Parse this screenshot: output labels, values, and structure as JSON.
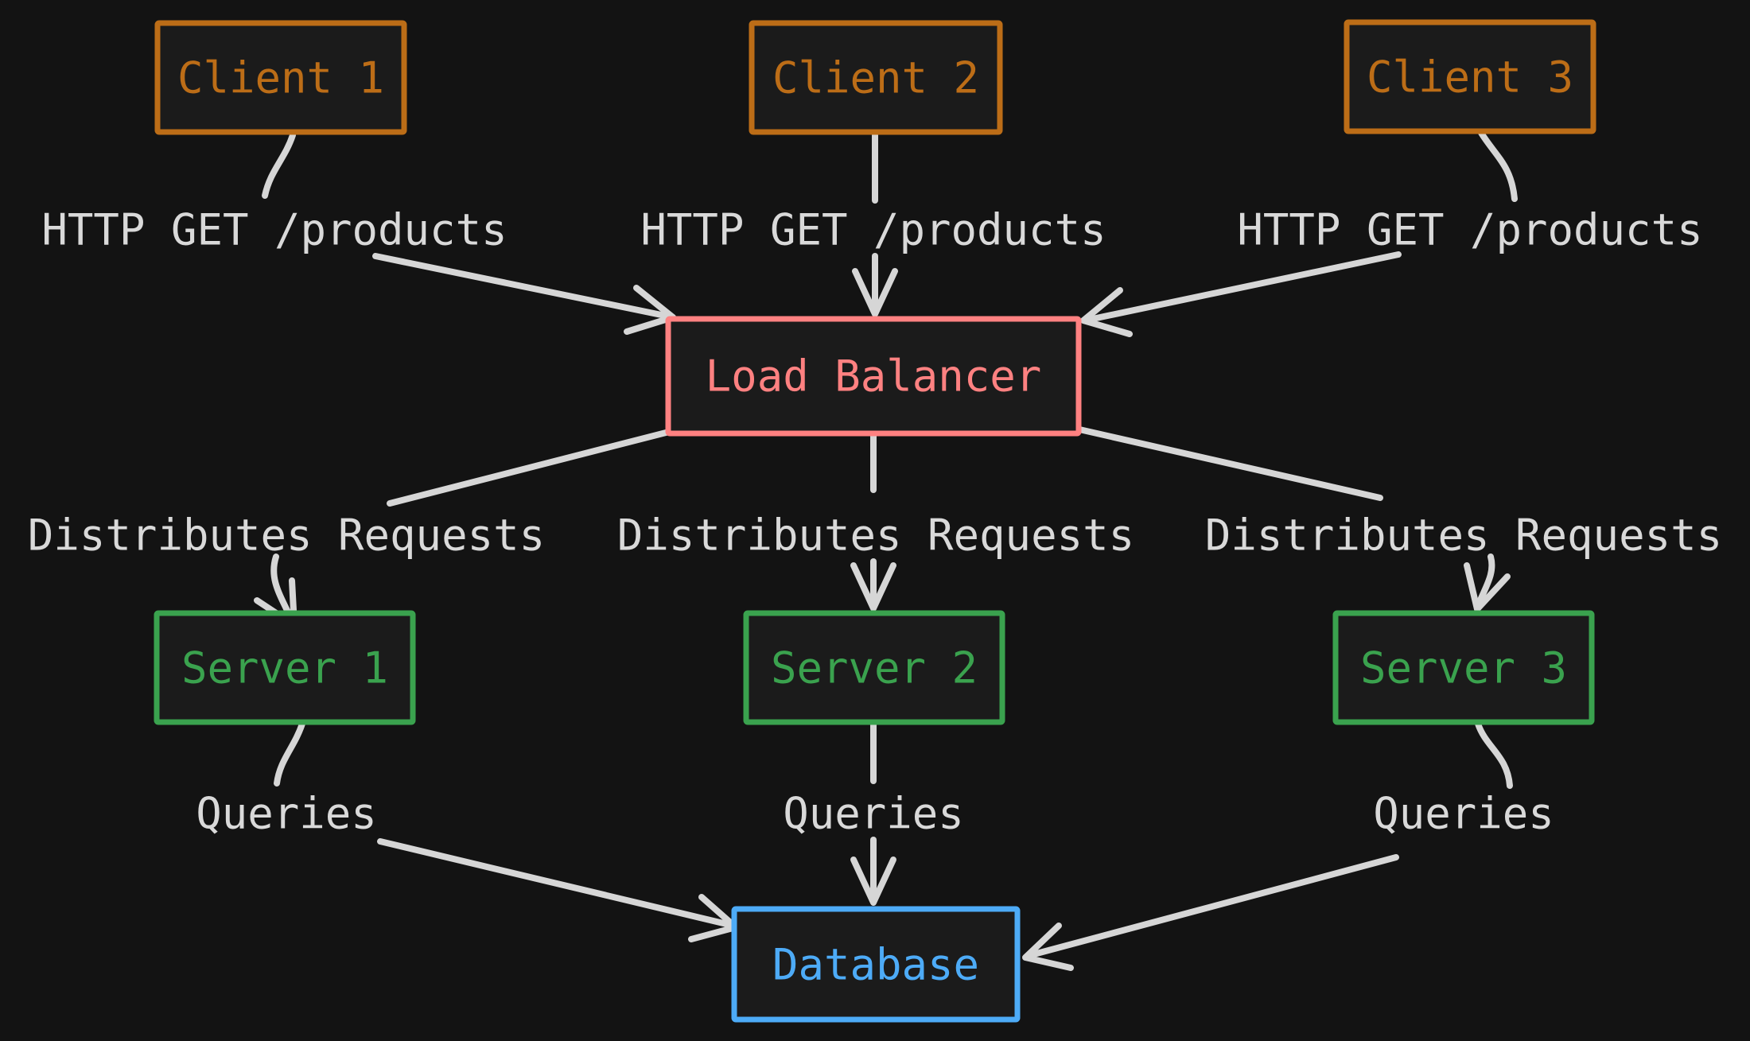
{
  "diagram": {
    "colors": {
      "background": "#131313",
      "node_fill": "#1b1b1b",
      "connector": "#d6d6d6",
      "edge_label_text": "#d9d9d9",
      "client_accent": "#bc6d17",
      "load_balancer_accent": "#ff8181",
      "server_accent": "#3aa24e",
      "database_accent": "#4dabf7"
    },
    "nodes": {
      "client1": {
        "label": "Client 1",
        "color": "#bc6d17"
      },
      "client2": {
        "label": "Client 2",
        "color": "#bc6d17"
      },
      "client3": {
        "label": "Client 3",
        "color": "#bc6d17"
      },
      "load_balancer": {
        "label": "Load Balancer",
        "color": "#ff8181"
      },
      "server1": {
        "label": "Server 1",
        "color": "#3aa24e"
      },
      "server2": {
        "label": "Server 2",
        "color": "#3aa24e"
      },
      "server3": {
        "label": "Server 3",
        "color": "#3aa24e"
      },
      "database": {
        "label": "Database",
        "color": "#4dabf7"
      }
    },
    "edge_labels": {
      "client1_lb": "HTTP GET /products",
      "client2_lb": "HTTP GET /products",
      "client3_lb": "HTTP GET /products",
      "lb_server1": "Distributes Requests",
      "lb_server2": "Distributes Requests",
      "lb_server3": "Distributes Requests",
      "server1_db": "Queries",
      "server2_db": "Queries",
      "server3_db": "Queries"
    }
  }
}
